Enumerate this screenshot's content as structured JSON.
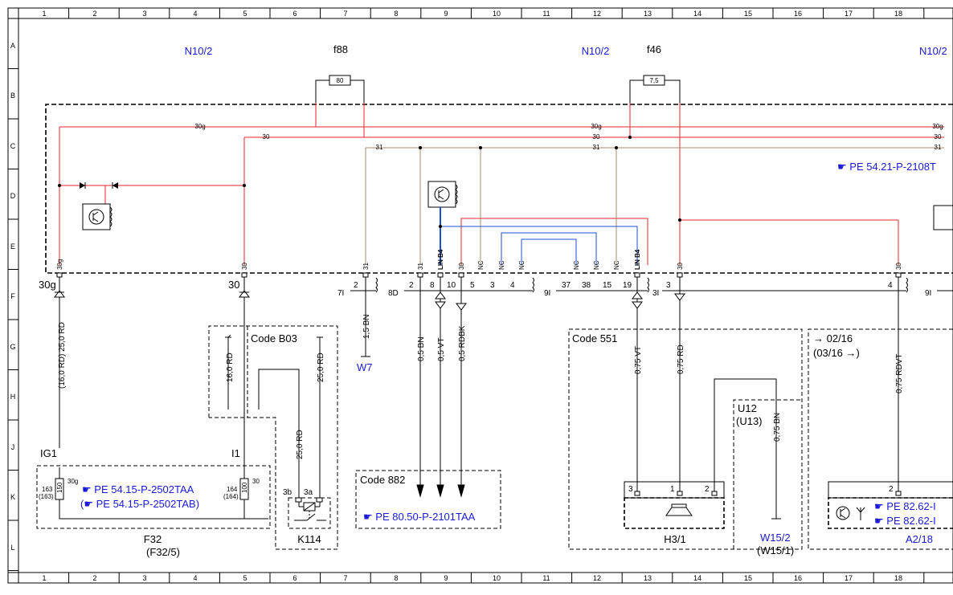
{
  "grid": {
    "columns": [
      "1",
      "2",
      "3",
      "4",
      "5",
      "6",
      "7",
      "8",
      "9",
      "10",
      "11",
      "12",
      "13",
      "14",
      "15",
      "16",
      "17",
      "18"
    ],
    "rows": [
      "A",
      "B",
      "C",
      "D",
      "E",
      "F",
      "G",
      "H",
      "J",
      "K",
      "L"
    ]
  },
  "colors": {
    "red": "#e8262d",
    "brown": "#a48a6e",
    "blue": "#1f4fd1",
    "label_blue": "#1a1ad6",
    "black": "#000000"
  },
  "fuses": [
    {
      "name": "f88",
      "rating": "80"
    },
    {
      "name": "f46",
      "rating": "7,5"
    }
  ],
  "modules": {
    "n10_2_a": "N10/2",
    "n10_2_b": "N10/2",
    "n10_2_c": "N10/2"
  },
  "bus_labels": {
    "b30g_1": "30g",
    "b30_1": "30",
    "b31_1": "31",
    "b30g_2": "30g",
    "b30_2": "30",
    "b31_2": "31",
    "b30g_3": "30g",
    "b30_3": "30",
    "b31_3": "31"
  },
  "module_pins": {
    "p30g": "30g",
    "p30a": "30",
    "p31a": "31",
    "p31b": "31",
    "plin1": "LIN B4",
    "p30b": "30",
    "pnc1": "NC",
    "pnc2": "NC",
    "pnc3": "NC",
    "pnc4": "NC",
    "pnc5": "NC",
    "pnc6": "NC",
    "plin2": "LIN B4",
    "p30c": "30",
    "p30d": "30"
  },
  "connectors": {
    "c7I": "7I",
    "c2a": "2",
    "c8D": "8D",
    "c2b": "2",
    "c8": "8",
    "c10": "10",
    "c5": "5",
    "c3": "3",
    "c4": "4",
    "c9I": "9I",
    "c37": "37",
    "c38": "38",
    "c15": "15",
    "c19": "19",
    "c3I": "3I",
    "c4b": "4",
    "c9Ib": "9I"
  },
  "terminals": {
    "t30g": "30g",
    "t30": "30"
  },
  "wires": {
    "w_f32": "(16,0 RD) 25,0 RD",
    "w_w7": "1,5 BN",
    "w_bn": "0,5 BN",
    "w_vt": "0,5 VT",
    "w_rdbk": "0,5 RDBK",
    "w_16rd": "16,0 RD",
    "w_25rd_a": "25,0 RD",
    "w_25rd_b": "25,0 RD",
    "w_075vt": "0,75 VT",
    "w_075rd": "0,75 RD",
    "w_075bn": "0,75 BN",
    "w_075rdvt": "0,75 RDVT"
  },
  "codes": {
    "b03": "Code B03",
    "c882": "Code 882",
    "c551": "Code 551",
    "date_from": "→ 02/16",
    "date_to": "(03/16 →)"
  },
  "components": {
    "w7": "W7",
    "ig1": "IG1",
    "i1": "I1",
    "f32": "F32",
    "f32_alt": "(F32/5)",
    "k114": "K114",
    "k_3b": "3b",
    "k_3a": "3a",
    "h3_1": "H3/1",
    "u12": "U12",
    "u12_alt": "(U13)",
    "w15_2": "W15/2",
    "w15_1": "(W15/1)",
    "a2_18": "A2/18",
    "ig1_163": "163",
    "ig1_163b": "(163)",
    "ig1_150": "150",
    "ig1_30g": "30g",
    "i1_164": "164",
    "i1_164b": "(164)",
    "i1_100": "100",
    "i1_30": "30",
    "h3_p3": "3",
    "h3_p1": "1",
    "h3_p2": "2",
    "a2_p2": "2"
  },
  "references": {
    "r1": "PE 54.21-P-2108T",
    "r2": "PE 54.15-P-2502TAA",
    "r3": "PE 54.15-P-2502TAB",
    "r3_paren_open": "(",
    "r3_paren_close": ")",
    "r4": "PE 80.50-P-2101TAA",
    "r5": "PE 82.62-I",
    "r6": "PE 82.62-I"
  }
}
